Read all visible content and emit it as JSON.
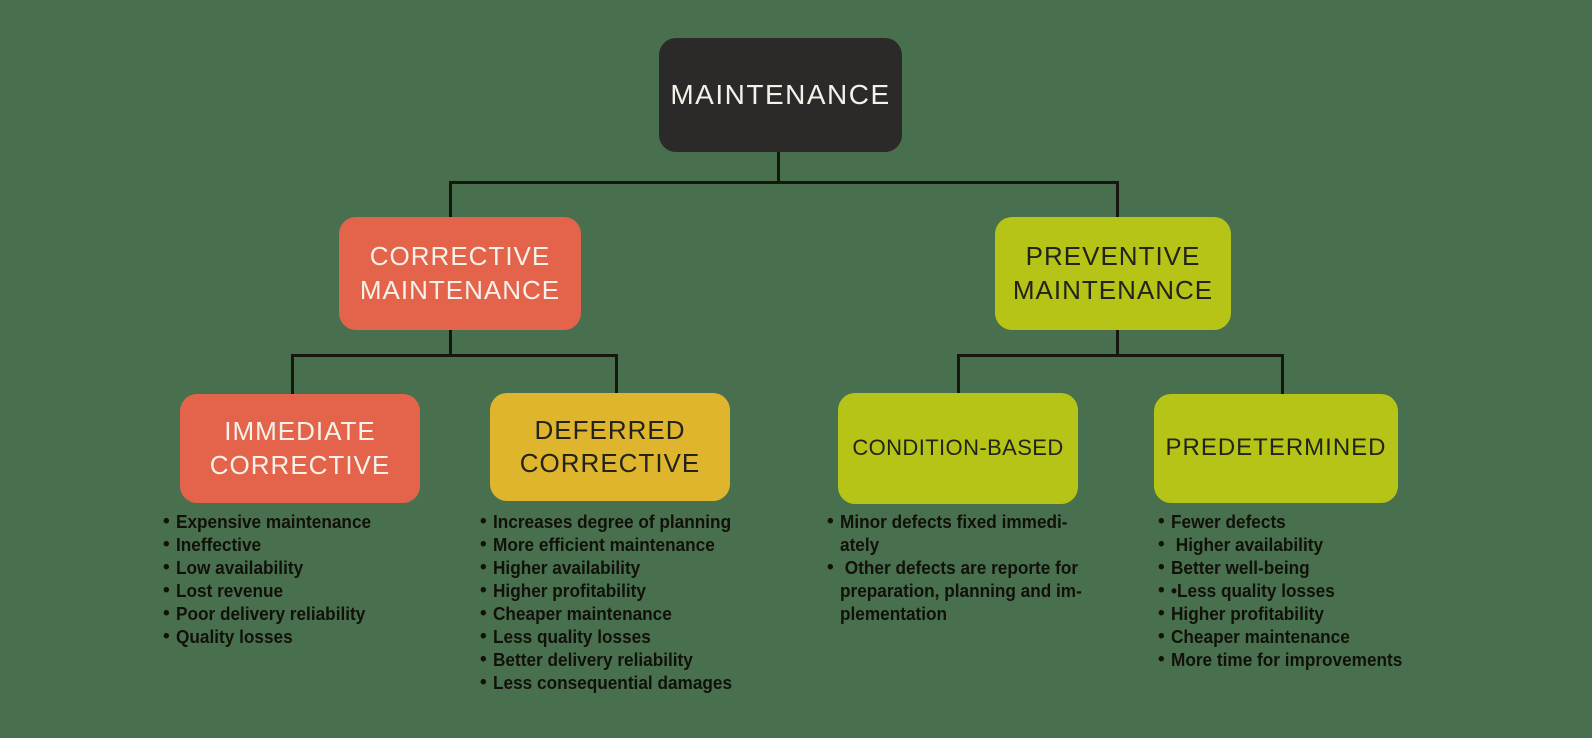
{
  "diagram": {
    "background_color": "#48704e",
    "connector_color": "#17160f",
    "nodes": {
      "maintenance": {
        "label": "MAINTENANCE",
        "bg_color": "#2b2a29",
        "text_color": "#f5f1e8"
      },
      "corrective": {
        "label": "CORRECTIVE\nMAINTENANCE",
        "bg_color": "#e4634b",
        "text_color": "#f6f2e9"
      },
      "preventive": {
        "label": "PREVENTIVE\nMAINTENANCE",
        "bg_color": "#b6c417",
        "text_color": "#23231b"
      },
      "immediate_corrective": {
        "label": "IMMEDIATE\nCORRECTIVE",
        "bg_color": "#e4634b",
        "text_color": "#f6f2e9",
        "bullets": [
          "Expensive maintenance",
          "Ineffective",
          "Low availability",
          "Lost revenue",
          "Poor delivery reliability",
          "Quality losses"
        ]
      },
      "deferred_corrective": {
        "label": "DEFERRED\nCORRECTIVE",
        "bg_color": "#dfb52d",
        "text_color": "#23231b",
        "bullets": [
          "Increases degree of planning",
          "More efficient maintenance",
          "Higher availability",
          "Higher profitability",
          "Cheaper maintenance",
          "Less quality losses",
          "Better delivery reliability",
          "Less consequential damages"
        ]
      },
      "condition_based": {
        "label": "CONDITION-BASED",
        "bg_color": "#b6c417",
        "text_color": "#23231b",
        "bullets": [
          "Minor defects fixed immedi-\nately",
          " Other defects are reporte for\npreparation, planning and im-\nplementation"
        ]
      },
      "predetermined": {
        "label": "PREDETERMINED",
        "bg_color": "#b6c417",
        "text_color": "#23231b",
        "bullets": [
          "Fewer defects",
          " Higher availability",
          "Better well-being",
          "•Less quality losses",
          "Higher profitability",
          "Cheaper maintenance",
          "More time for improvements"
        ]
      }
    }
  }
}
